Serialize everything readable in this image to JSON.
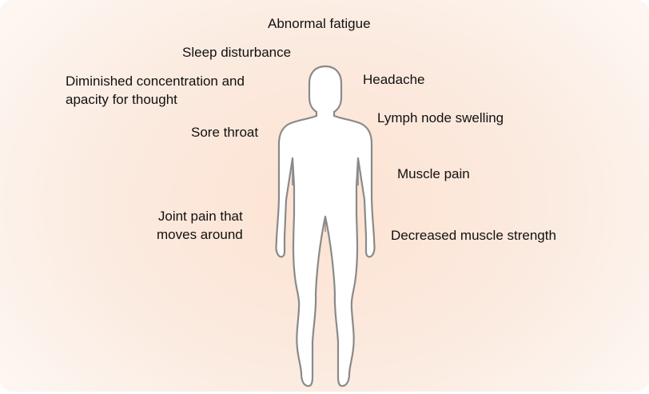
{
  "symptoms": {
    "abnormal_fatigue": "Abnormal fatigue",
    "sleep_disturbance": "Sleep disturbance",
    "headache": "Headache",
    "concentration_line1": "Diminished concentration and",
    "concentration_line2": "apacity for thought",
    "sore_throat": "Sore throat",
    "lymph_node_swelling": "Lymph node swelling",
    "muscle_pain": "Muscle pain",
    "joint_pain_line1": "Joint pain that",
    "joint_pain_line2": "moves around",
    "decreased_muscle_strength": "Decreased muscle strength"
  },
  "colors": {
    "background_center": "#fde3d2",
    "background_edge": "#fdf6f1",
    "body_fill": "#ffffff",
    "body_outline": "#8a8a8a",
    "text": "#111111"
  }
}
